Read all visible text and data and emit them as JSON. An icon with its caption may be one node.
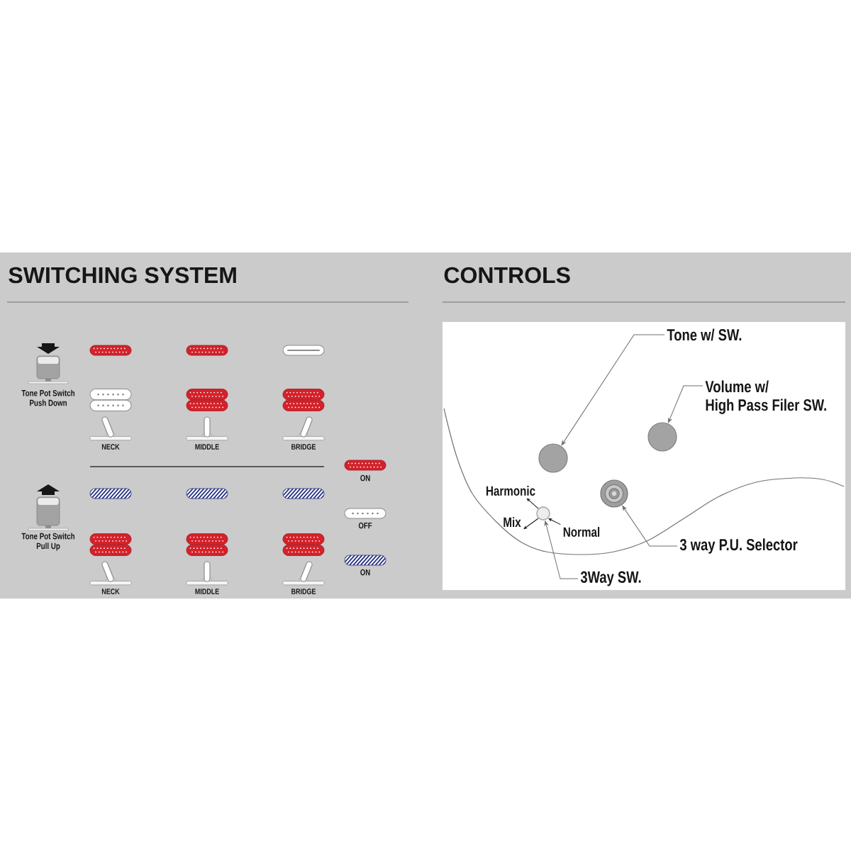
{
  "diagram": {
    "nodes": [
      {
        "text": [
          "Tone w/ SW."
        ]
      },
      {
        "text": [],
        "shape": "circle"
      },
      {
        "text": [
          "Volume w/ High Pass Filer SW."
        ]
      },
      {
        "text": [],
        "shape": "circle"
      },
      {
        "text": [
          "3 way P.U. Selector"
        ]
      },
      {
        "text": [],
        "shape": "circle"
      },
      {
        "text": [
          "3Way SW."
        ]
      },
      {
        "text": [],
        "shape": "circle"
      },
      {
        "text": [
          "Harmonic"
        ]
      },
      {
        "text": [
          "Mix"
        ]
      },
      {
        "text": [
          "Normal"
        ]
      }
    ],
    "edges": [
      {
        "from": 0,
        "to": 1,
        "arrow": "to"
      },
      {
        "from": 2,
        "to": 3,
        "arrow": "to"
      },
      {
        "from": 4,
        "to": 5,
        "arrow": "to"
      },
      {
        "from": 6,
        "to": 7,
        "arrow": "to"
      },
      {
        "from": 7,
        "to": 8,
        "arrow": "to"
      },
      {
        "from": 7,
        "to": 9,
        "arrow": "to"
      },
      {
        "from": 10,
        "to": 7,
        "arrow": "to"
      }
    ],
    "labels": [
      "SWITCHING SYSTEM",
      "Tone Pot Switch Push Down",
      "NECK",
      "MIDDLE",
      "BRIDGE",
      "Tone Pot Switch Pull Up",
      "NECK",
      "MIDDLE",
      "BRIDGE",
      "CONTROLS"
    ],
    "legend": [
      {
        "text": "ON"
      },
      {
        "text": "OFF"
      },
      {
        "text": "ON"
      }
    ]
  }
}
